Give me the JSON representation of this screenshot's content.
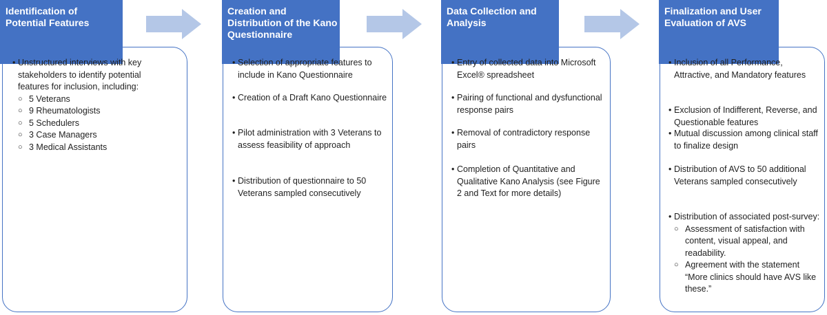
{
  "accent_color": "#4472c4",
  "arrow_color": "#b4c7e7",
  "stages": [
    {
      "title": "Identification of Potential Features",
      "bullets": [
        {
          "text": "Unstructured interviews with key stakeholders to identify potential features for inclusion, including:",
          "subitems": [
            "5 Veterans",
            "9 Rheumatologists",
            "5 Schedulers",
            "3 Case Managers",
            "3 Medical Assistants"
          ]
        }
      ]
    },
    {
      "title": "Creation and Distribution of the Kano Questionnaire",
      "bullets": [
        {
          "text": "Selection of appropriate features to include in Kano Questionnaire"
        },
        {
          "text": "Creation of a Draft Kano Questionnaire"
        },
        {
          "text": "Pilot administration with 3 Veterans to assess feasibility of approach"
        },
        {
          "text": "Distribution of questionnaire to 50 Veterans sampled consecutively"
        }
      ]
    },
    {
      "title": "Data Collection and Analysis",
      "bullets": [
        {
          "text": "Entry of collected data into Microsoft Excel® spreadsheet"
        },
        {
          "text": "Pairing of functional and dysfunctional response pairs"
        },
        {
          "text": "Removal of contradictory response pairs"
        },
        {
          "text": "Completion of Quantitative and Qualitative Kano Analysis (see Figure 2 and Text for more details)"
        }
      ]
    },
    {
      "title": "Finalization and User Evaluation of AVS",
      "bullets": [
        {
          "text": " Inclusion of all Performance, Attractive, and Mandatory features"
        },
        {
          "text": "Exclusion of Indifferent, Reverse, and Questionable features"
        },
        {
          "text": "Mutual discussion among clinical staff to finalize design"
        },
        {
          "text": "Distribution of AVS to 50 additional Veterans sampled consecutively"
        },
        {
          "text": "Distribution of associated post-survey:",
          "subitems": [
            "Assessment of satisfaction with content, visual appeal, and readability.",
            "Agreement with the statement “More clinics should have AVS like these.”"
          ]
        }
      ]
    }
  ]
}
